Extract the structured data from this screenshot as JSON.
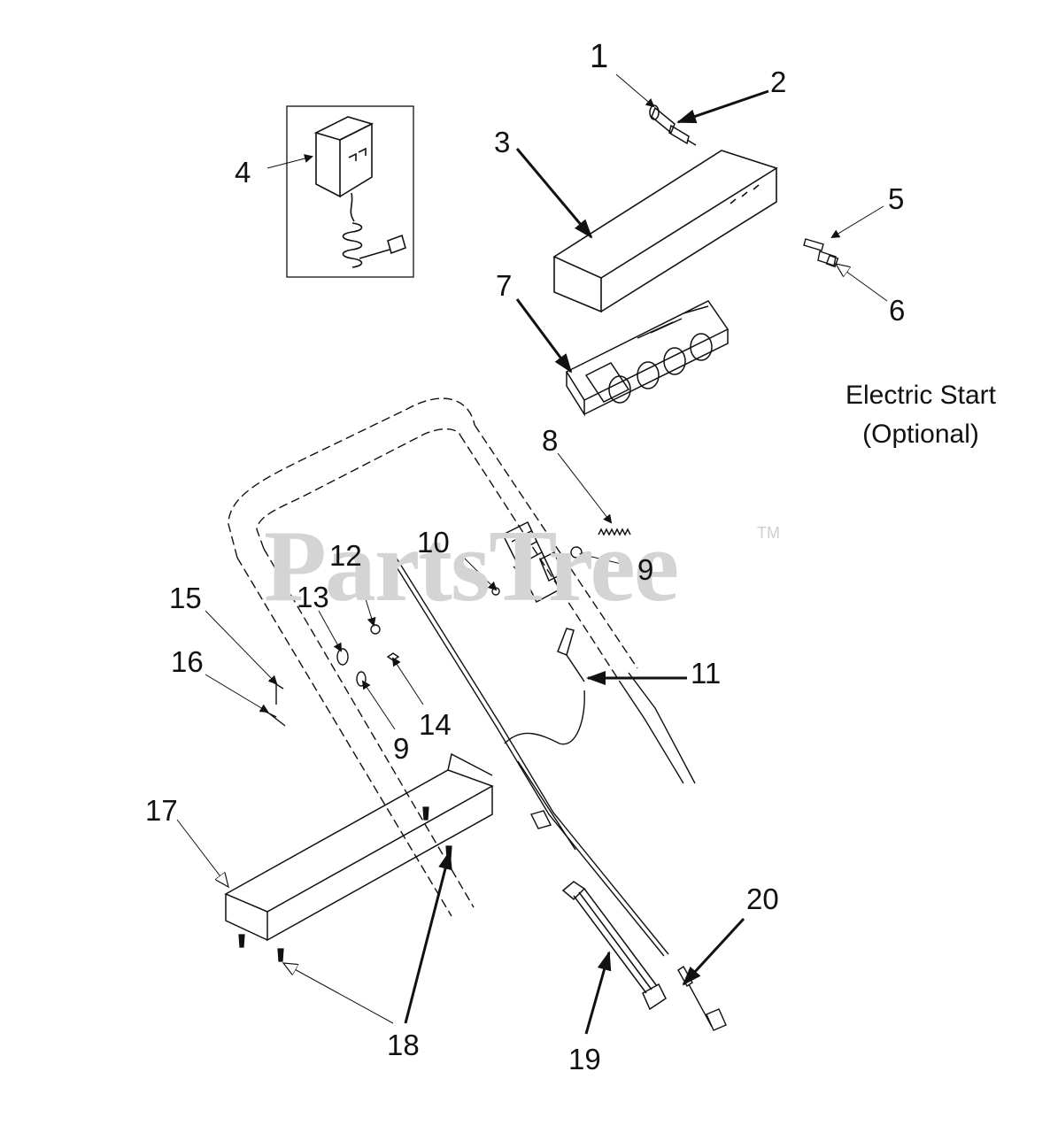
{
  "labels": {
    "l1": "1",
    "l2": "2",
    "l3": "3",
    "l4": "4",
    "l5": "5",
    "l6": "6",
    "l7": "7",
    "l8": "8",
    "l9a": "9",
    "l9b": "9",
    "l10": "10",
    "l11": "11",
    "l12": "12",
    "l13": "13",
    "l14": "14",
    "l15": "15",
    "l16": "16",
    "l17": "17",
    "l18": "18",
    "l19": "19",
    "l20": "20"
  },
  "note": {
    "line1": "Electric Start",
    "line2": "(Optional)"
  },
  "watermark": {
    "text": "PartsTree",
    "tm": "TM"
  }
}
